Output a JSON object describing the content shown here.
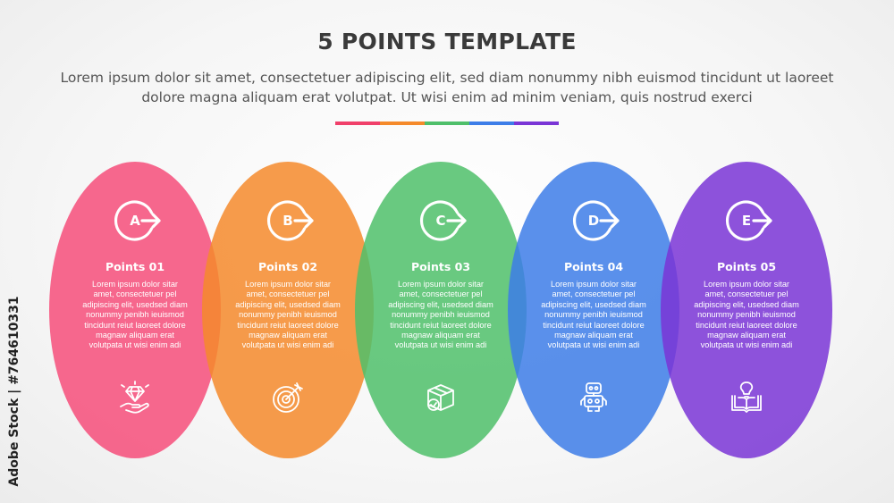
{
  "title": "5 POINTS TEMPLATE",
  "subtitle": "Lorem ipsum dolor sit amet, consectetuer adipiscing elit, sed diam nonummy nibh euismod tincidunt ut laoreet dolore magna aliquam erat volutpat. Ut wisi enim ad minim veniam, quis nostrud exerci",
  "divider_colors": [
    "#f0406a",
    "#f58a2b",
    "#4fbf6a",
    "#3d7de8",
    "#7a35d6"
  ],
  "points": [
    {
      "letter": "A",
      "title": "Points 01",
      "body": "Lorem ipsum dolor sitar amet, consectetuer pel adipiscing elit, usedsed diam nonummy penibh ieuismod tincidunt reiut laoreet dolore magnaw aliquam erat volutpata ut wisi enim adi",
      "color": "#f64d7a",
      "icon": "diamond-hand-icon"
    },
    {
      "letter": "B",
      "title": "Points 02",
      "body": "Lorem ipsum dolor sitar amet, consectetuer pel adipiscing elit, usedsed diam nonummy penibh ieuismod tincidunt reiut laoreet dolore magnaw aliquam erat volutpata ut wisi enim adi",
      "color": "#f58a2b",
      "icon": "target-icon"
    },
    {
      "letter": "C",
      "title": "Points 03",
      "body": "Lorem ipsum dolor sitar amet, consectetuer pel adipiscing elit, usedsed diam nonummy penibh ieuismod tincidunt reiut laoreet dolore magnaw aliquam erat volutpata ut wisi enim adi",
      "color": "#4fbf6a",
      "icon": "box-check-icon"
    },
    {
      "letter": "D",
      "title": "Points 04",
      "body": "Lorem ipsum dolor sitar amet, consectetuer pel adipiscing elit, usedsed diam nonummy penibh ieuismod tincidunt reiut laoreet dolore magnaw aliquam erat volutpata ut wisi enim adi",
      "color": "#3d7de8",
      "icon": "robot-icon"
    },
    {
      "letter": "E",
      "title": "Points 05",
      "body": "Lorem ipsum dolor sitar amet, consectetuer pel adipiscing elit, usedsed diam nonummy penibh ieuismod tincidunt reiut laoreet dolore magnaw aliquam erat volutpata ut wisi enim adi",
      "color": "#7a35d6",
      "icon": "book-idea-icon"
    }
  ],
  "watermark": "Adobe Stock | #764610331"
}
